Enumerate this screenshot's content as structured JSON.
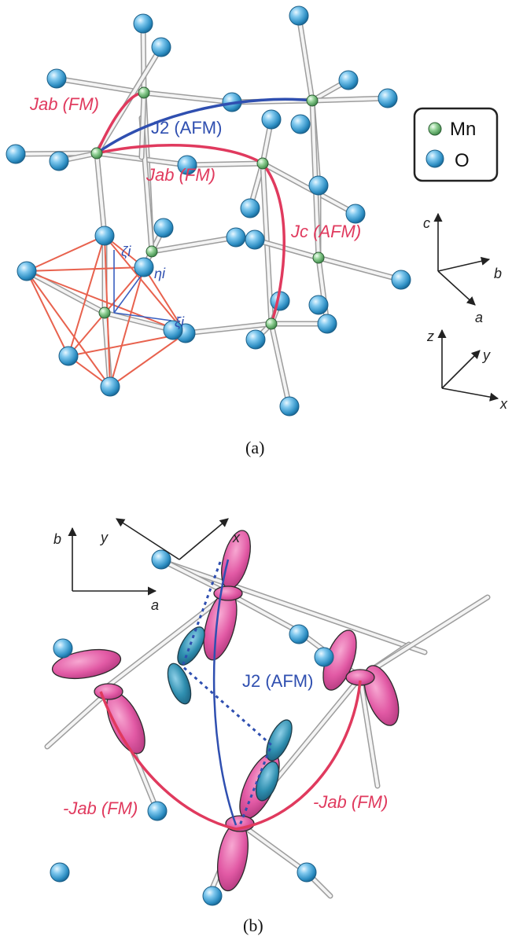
{
  "panel_a": {
    "caption": "(a)",
    "legend": {
      "mn": "Mn",
      "o": "O"
    },
    "labels": {
      "jab_top": "Jab (FM)",
      "j2": "J2 (AFM)",
      "jab_mid": "Jab (FM)",
      "jc": "Jc (AFM)"
    },
    "local_axes": {
      "zeta": "ζi",
      "eta": "ηi",
      "xi": "ξi"
    },
    "crystal_axes": {
      "c": "c",
      "b": "b",
      "a": "a"
    },
    "cart_axes": {
      "z": "z",
      "y": "y",
      "x": "x"
    }
  },
  "panel_b": {
    "caption": "(b)",
    "labels": {
      "j2": "J2 (AFM)",
      "jab_left": "-Jab (FM)",
      "jab_right": "-Jab (FM)"
    },
    "axes_ab": {
      "b": "b",
      "a": "a"
    },
    "axes_xy": {
      "y": "y",
      "x": "x"
    }
  },
  "colors": {
    "fm": "#e03a5e",
    "afm": "#2f4fb0",
    "oxygen": "#4aa8d8",
    "manganese": "#7fc08a",
    "orbital_mn": "#e25aa5",
    "orbital_o": "#2f8fb0"
  }
}
